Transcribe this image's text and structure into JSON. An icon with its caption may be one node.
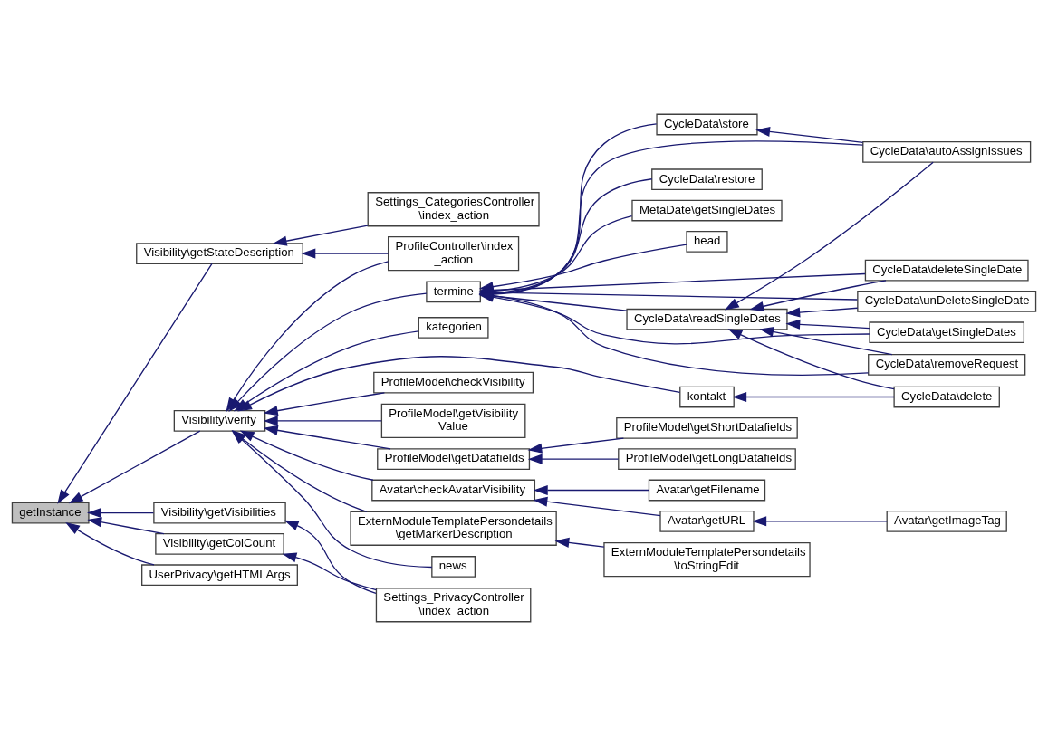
{
  "diagram": {
    "nodes": [
      {
        "text": [
          "getInstance"
        ]
      },
      {
        "text": [
          "Visibility\\getStateDescription"
        ]
      },
      {
        "text": [
          "Visibility\\verify"
        ]
      },
      {
        "text": [
          "Visibility\\getColCount"
        ]
      },
      {
        "text": [
          "Visibility\\getVisibilities"
        ]
      },
      {
        "text": [
          "UserPrivacy\\getHTMLArgs"
        ]
      },
      {
        "text": [
          "Settings_CategoriesController \\index_action"
        ]
      },
      {
        "text": [
          "ProfileController\\index _action"
        ]
      },
      {
        "text": [
          "Avatar\\checkAvatarVisibility"
        ]
      },
      {
        "text": [
          "ExternModuleTemplatePersondetails \\getMarkerDescription"
        ]
      },
      {
        "text": [
          "news"
        ]
      },
      {
        "text": [
          "termine"
        ]
      },
      {
        "text": [
          "kategorien"
        ]
      },
      {
        "text": [
          "kontakt"
        ]
      },
      {
        "text": [
          "ProfileModel\\checkVisibility"
        ]
      },
      {
        "text": [
          "ProfileModel\\getVisibility Value"
        ]
      },
      {
        "text": [
          "ProfileModel\\getDatafields"
        ]
      },
      {
        "text": [
          "Settings_PrivacyController \\index_action"
        ]
      },
      {
        "text": [
          "Avatar\\getURL"
        ]
      },
      {
        "text": [
          "Avatar\\getFilename"
        ]
      },
      {
        "text": [
          "ExternModuleTemplatePersondetails \\toStringEdit"
        ]
      },
      {
        "text": [
          "CycleData\\store"
        ]
      },
      {
        "text": [
          "CycleData\\readSingleDates"
        ]
      },
      {
        "text": [
          "CycleData\\restore"
        ]
      },
      {
        "text": [
          "MetaDate\\getSingleDates"
        ]
      },
      {
        "text": [
          "head"
        ]
      },
      {
        "text": [
          "ProfileModel\\getLongDatafields"
        ]
      },
      {
        "text": [
          "ProfileModel\\getShortDatafields"
        ]
      },
      {
        "text": [
          "Avatar\\getImageTag"
        ]
      },
      {
        "text": [
          "CycleData\\autoAssignIssues"
        ]
      },
      {
        "text": [
          "CycleData\\deleteSingleDate"
        ]
      },
      {
        "text": [
          "CycleData\\unDeleteSingleDate"
        ]
      },
      {
        "text": [
          "CycleData\\getSingleDates"
        ]
      },
      {
        "text": [
          "CycleData\\removeRequest"
        ]
      },
      {
        "text": [
          "CycleData\\delete"
        ]
      }
    ],
    "edges": [
      {
        "from": 1,
        "to": 0,
        "arrow": "to"
      },
      {
        "from": 2,
        "to": 0,
        "arrow": "to"
      },
      {
        "from": 3,
        "to": 0,
        "arrow": "to"
      },
      {
        "from": 4,
        "to": 0,
        "arrow": "to"
      },
      {
        "from": 5,
        "to": 0,
        "arrow": "to"
      },
      {
        "from": 6,
        "to": 1,
        "arrow": "to"
      },
      {
        "from": 7,
        "to": 1,
        "arrow": "to"
      },
      {
        "from": 7,
        "to": 2,
        "arrow": "to"
      },
      {
        "from": 8,
        "to": 2,
        "arrow": "to"
      },
      {
        "from": 9,
        "to": 2,
        "arrow": "to"
      },
      {
        "from": 10,
        "to": 2,
        "arrow": "to"
      },
      {
        "from": 11,
        "to": 2,
        "arrow": "to"
      },
      {
        "from": 12,
        "to": 2,
        "arrow": "to"
      },
      {
        "from": 13,
        "to": 2,
        "arrow": "to"
      },
      {
        "from": 14,
        "to": 2,
        "arrow": "to"
      },
      {
        "from": 15,
        "to": 2,
        "arrow": "to"
      },
      {
        "from": 16,
        "to": 2,
        "arrow": "to"
      },
      {
        "from": 17,
        "to": 3,
        "arrow": "to"
      },
      {
        "from": 17,
        "to": 4,
        "arrow": "to"
      },
      {
        "from": 18,
        "to": 8,
        "arrow": "to"
      },
      {
        "from": 19,
        "to": 8,
        "arrow": "to"
      },
      {
        "from": 20,
        "to": 9,
        "arrow": "to"
      },
      {
        "from": 21,
        "to": 11,
        "arrow": "to"
      },
      {
        "from": 29,
        "to": 11,
        "arrow": "to"
      },
      {
        "from": 30,
        "to": 11,
        "arrow": "to"
      },
      {
        "from": 31,
        "to": 11,
        "arrow": "to"
      },
      {
        "from": 22,
        "to": 11,
        "arrow": "to"
      },
      {
        "from": 32,
        "to": 11,
        "arrow": "to"
      },
      {
        "from": 33,
        "to": 11,
        "arrow": "to"
      },
      {
        "from": 23,
        "to": 11,
        "arrow": "to"
      },
      {
        "from": 24,
        "to": 11,
        "arrow": "to"
      },
      {
        "from": 25,
        "to": 11,
        "arrow": "to"
      },
      {
        "from": 34,
        "to": 13,
        "arrow": "to"
      },
      {
        "from": 26,
        "to": 16,
        "arrow": "to"
      },
      {
        "from": 27,
        "to": 16,
        "arrow": "to"
      },
      {
        "from": 28,
        "to": 18,
        "arrow": "to"
      },
      {
        "from": 29,
        "to": 21,
        "arrow": "to"
      },
      {
        "from": 29,
        "to": 22,
        "arrow": "to"
      },
      {
        "from": 30,
        "to": 22,
        "arrow": "to"
      },
      {
        "from": 31,
        "to": 22,
        "arrow": "to"
      },
      {
        "from": 32,
        "to": 22,
        "arrow": "to"
      },
      {
        "from": 33,
        "to": 22,
        "arrow": "to"
      },
      {
        "from": 34,
        "to": 22,
        "arrow": "to"
      }
    ]
  }
}
